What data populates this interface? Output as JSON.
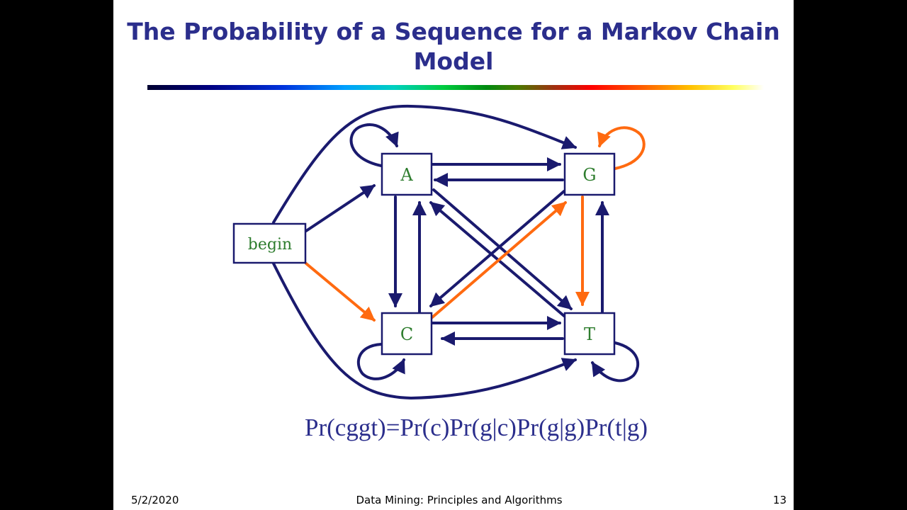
{
  "slide": {
    "title_line1": "The Probability of a Sequence for a Markov Chain",
    "title_line2": "Model",
    "diagram": {
      "nodes": {
        "begin": "begin",
        "a": "A",
        "g": "G",
        "c": "C",
        "t": "T"
      }
    },
    "formula": "Pr(cggt)=Pr(c)Pr(g|c)Pr(g|g)Pr(t|g)",
    "footer": {
      "date": "5/2/2020",
      "center": "Data Mining: Principles and Algorithms",
      "page": "13"
    }
  },
  "colors": {
    "title": "#2b2e8c",
    "edge": "#1a1a6e",
    "highlight_edge": "#ff6a10",
    "node_label": "#2e7d2e"
  }
}
